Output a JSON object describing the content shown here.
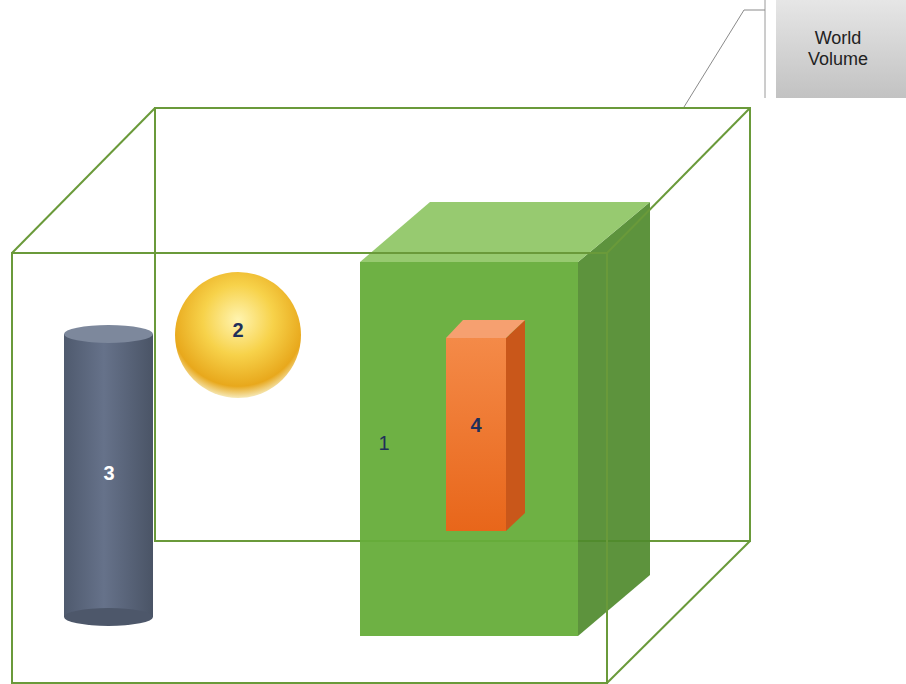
{
  "diagram": {
    "nodes": [
      {
        "text": [
          "World Volume"
        ]
      },
      {
        "text": [
          "2"
        ]
      },
      {
        "text": [
          "3"
        ]
      },
      {
        "text": [
          "1"
        ]
      },
      {
        "text": [
          "4"
        ],
        "in": 3
      }
    ]
  }
}
